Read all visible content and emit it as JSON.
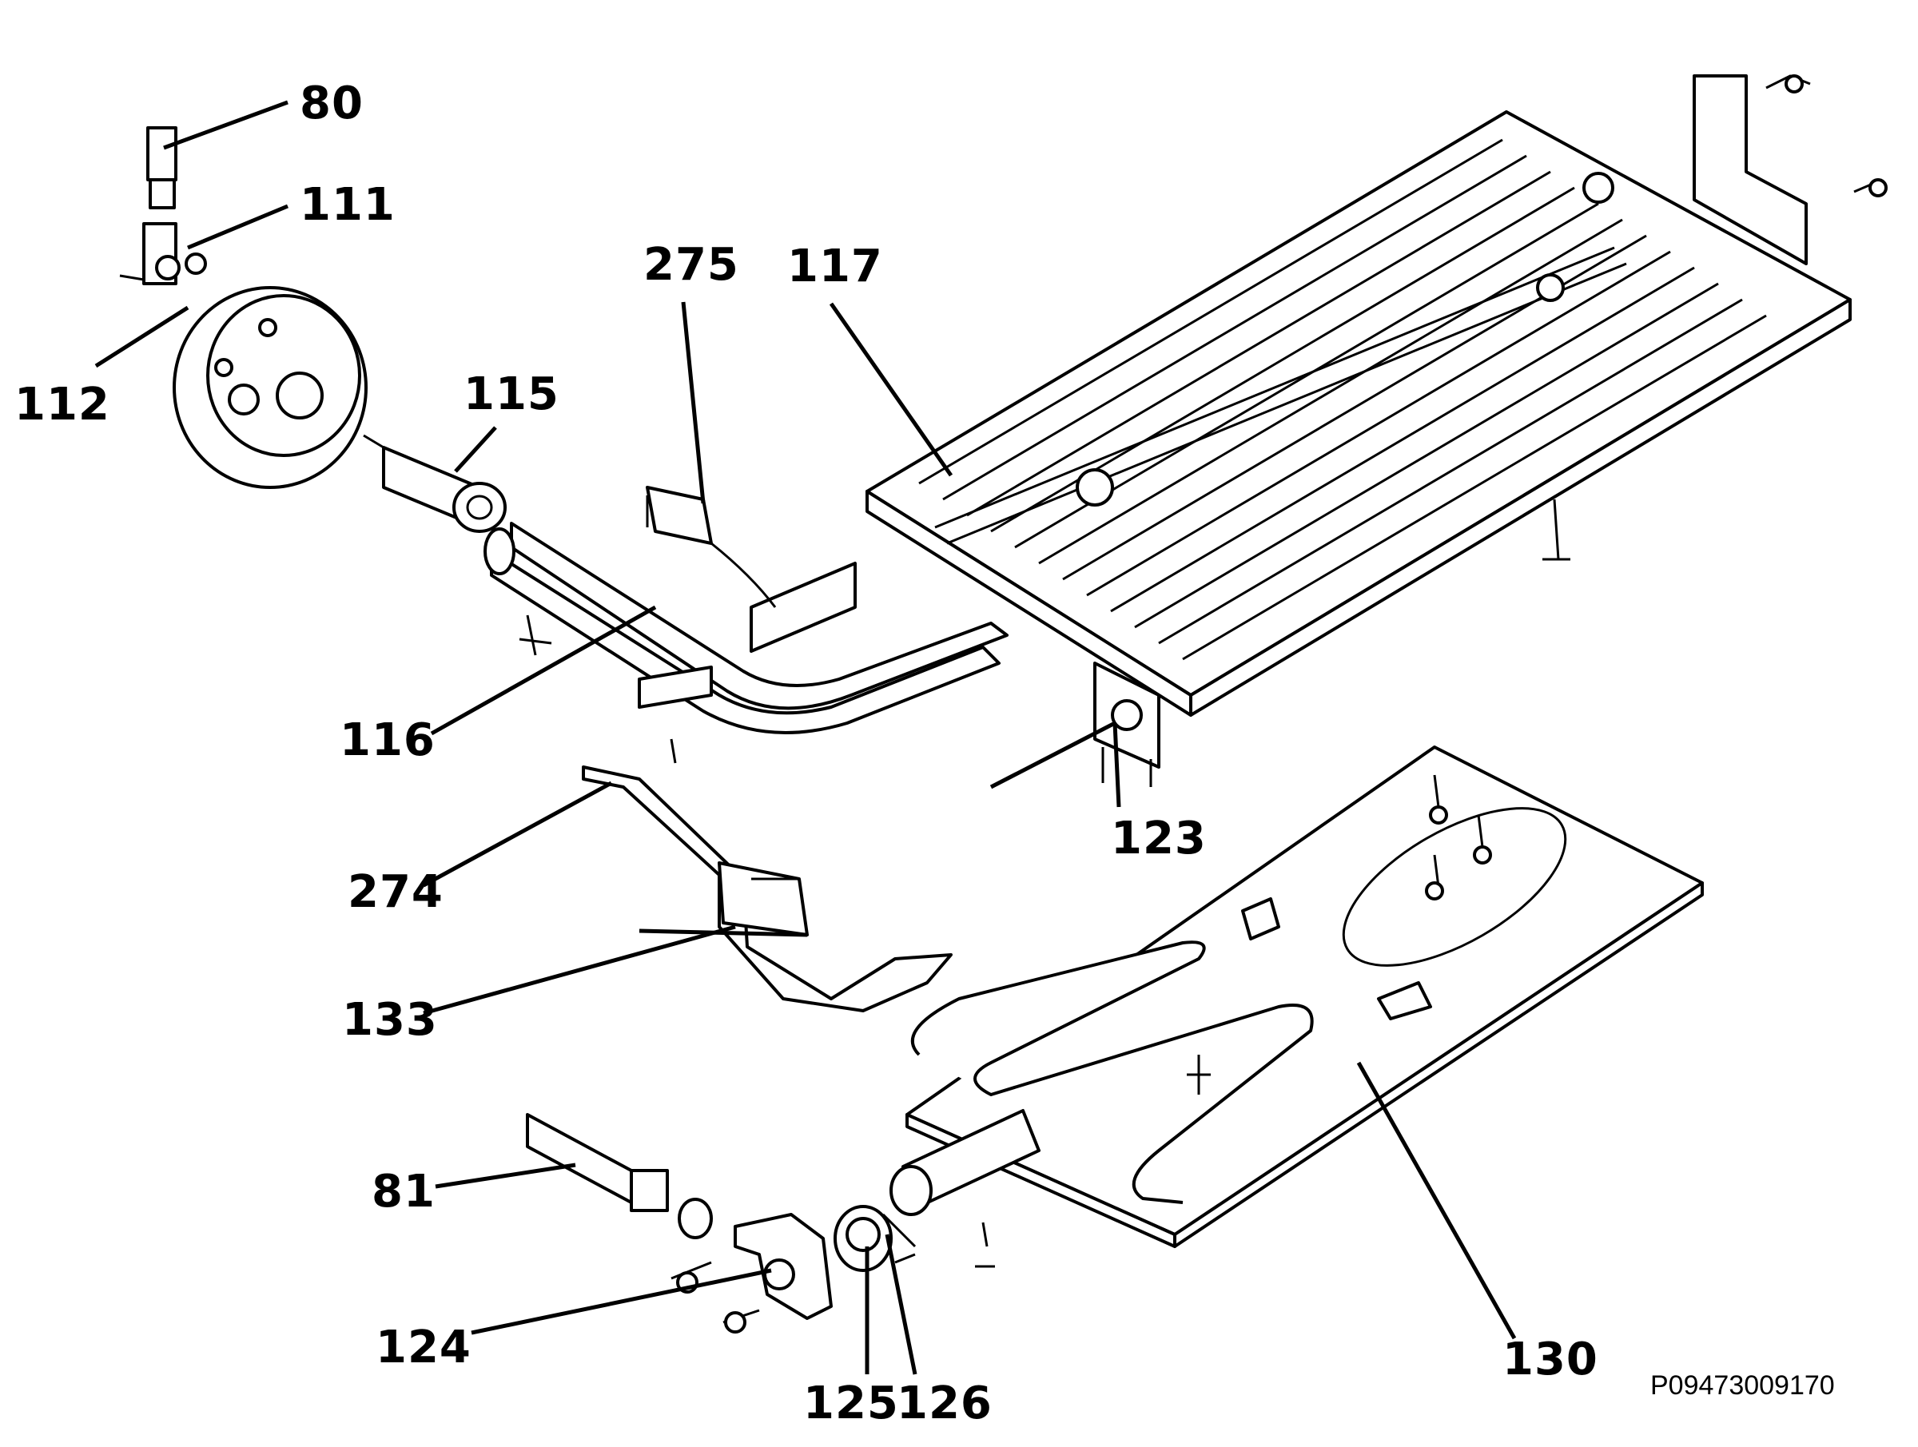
{
  "callouts": {
    "c80": "80",
    "c111": "111",
    "c112": "112",
    "c275": "275",
    "c117": "117",
    "c115": "115",
    "c116": "116",
    "c123": "123",
    "c274": "274",
    "c133": "133",
    "c81": "81",
    "c124": "124",
    "c125": "125",
    "c126": "126",
    "c130": "130"
  },
  "reference": "P09473009170"
}
